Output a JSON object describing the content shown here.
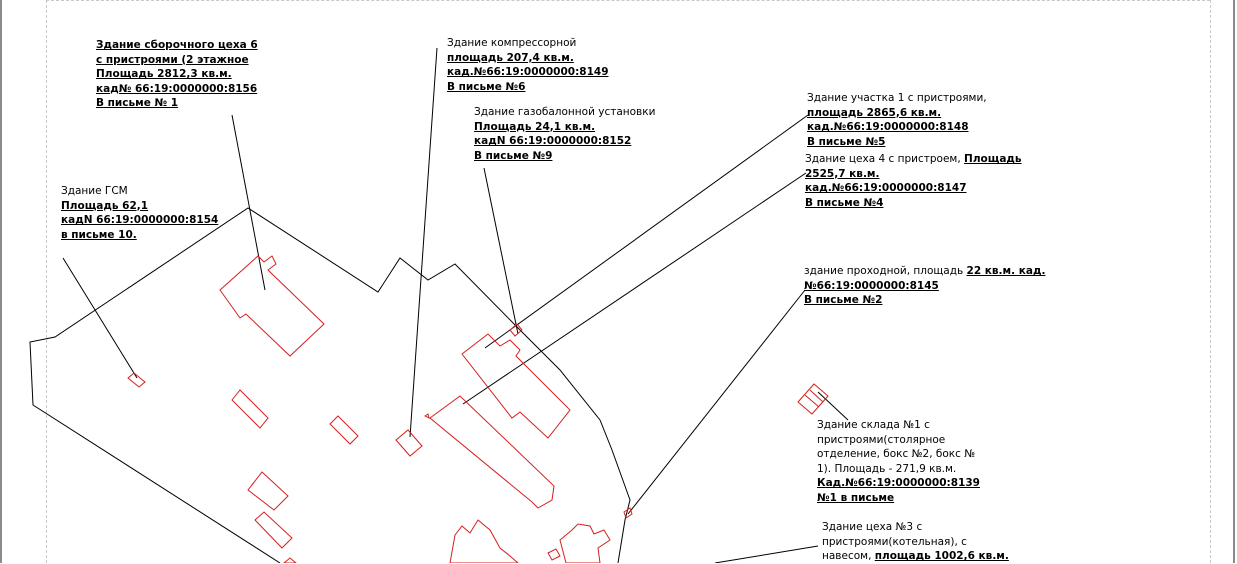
{
  "labels": {
    "assembly": {
      "lines": [
        "Здание сборочного цеха 6",
        "с пристроями (2 этажное",
        "Площадь 2812,3 кв.м.",
        "кад№ 66:19:0000000:8156",
        "В письме № 1"
      ]
    },
    "compressor": {
      "title": "Здание компрессорной",
      "lines": [
        "площадь 207,4 кв.м.",
        "кад.№66:19:0000000:8149",
        "В письме №6"
      ]
    },
    "gas": {
      "title": "Здание газобалонной установки",
      "lines": [
        "Площадь 24,1 кв.м.",
        "кадN 66:19:0000000:8152",
        "В письме №9"
      ]
    },
    "gsm": {
      "title": "Здание ГСМ",
      "lines": [
        "Площадь 62,1",
        "кадN 66:19:0000000:8154",
        "в письме 10."
      ]
    },
    "site1": {
      "title": "Здание участка 1 с пристроями,",
      "lines": [
        "площадь 2865,6 кв.м.",
        "кад.№66:19:0000000:8148",
        "В письме №5"
      ]
    },
    "shop4": {
      "title_plain": "Здание цеха 4 с пристроем, ",
      "title_bold": "Площадь",
      "lines": [
        "2525,7 кв.м.",
        "кад.№66:19:0000000:8147",
        "В письме №4"
      ]
    },
    "checkpoint": {
      "title_plain": "здание проходной, площадь ",
      "title_bold": "22 кв.м. кад.",
      "lines": [
        "№66:19:0000000:8145",
        "В письме №2"
      ]
    },
    "warehouse": {
      "plain_lines": [
        "Здание склада №1 с",
        "пристроями(столярное",
        "отделение, бокс №2, бокс №",
        "1). Площадь - 271,9 кв.м."
      ],
      "lines": [
        "Кад.№66:19:0000000:8139",
        "№1 в письме"
      ]
    },
    "shop3": {
      "plain_lines": [
        "Здание цеха №3 с",
        "пристроями(котельная), с"
      ],
      "last_plain": "навесом, ",
      "last_bold": "площадь 1002,6 кв.м."
    }
  },
  "colors": {
    "building_outline": "#d42020",
    "boundary": "#000000",
    "leader": "#000000"
  }
}
